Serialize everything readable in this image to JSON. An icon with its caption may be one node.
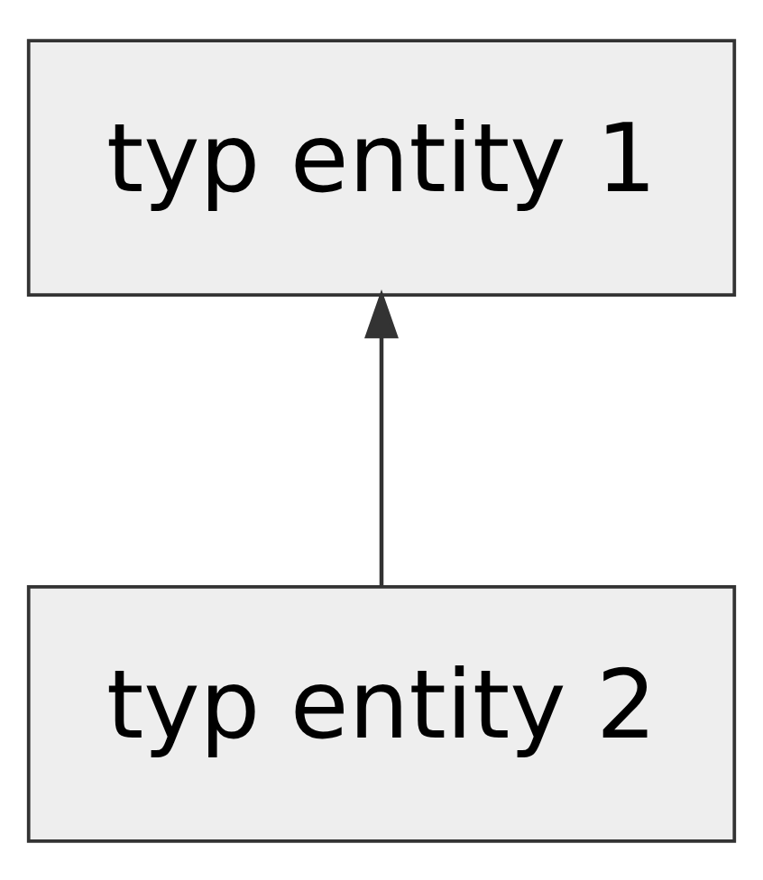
{
  "diagram": {
    "nodes": [
      {
        "text": [
          "typ entity 1"
        ]
      },
      {
        "text": [
          "typ entity 2"
        ]
      }
    ],
    "edges": [
      {
        "from": 1,
        "to": 0,
        "arrow": "to"
      }
    ]
  }
}
